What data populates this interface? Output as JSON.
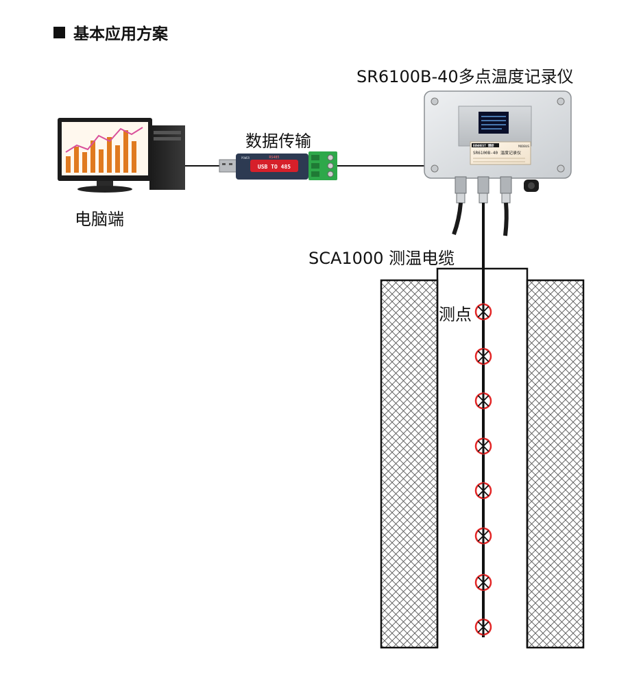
{
  "heading": {
    "text": "基本应用方案"
  },
  "labels": {
    "recorder": "SR6100B-40多点温度记录仪",
    "transfer": "数据传输",
    "pc": "电脑端",
    "cable": "SCA1000 测温电缆",
    "measure_point": "测点"
  },
  "device": {
    "brand": "BOWNEST 博研",
    "protocol": "MODBUS",
    "model": "SR6100B-40",
    "name": "温度记录仪"
  },
  "converter": {
    "label": "USB TO 485",
    "chip": "RS485",
    "power": "POWER"
  },
  "colors": {
    "hatch": "#444444",
    "marker": "#e32626",
    "cable": "#111111",
    "converter_red": "#d6202a",
    "terminal_green": "#2ea84a"
  }
}
